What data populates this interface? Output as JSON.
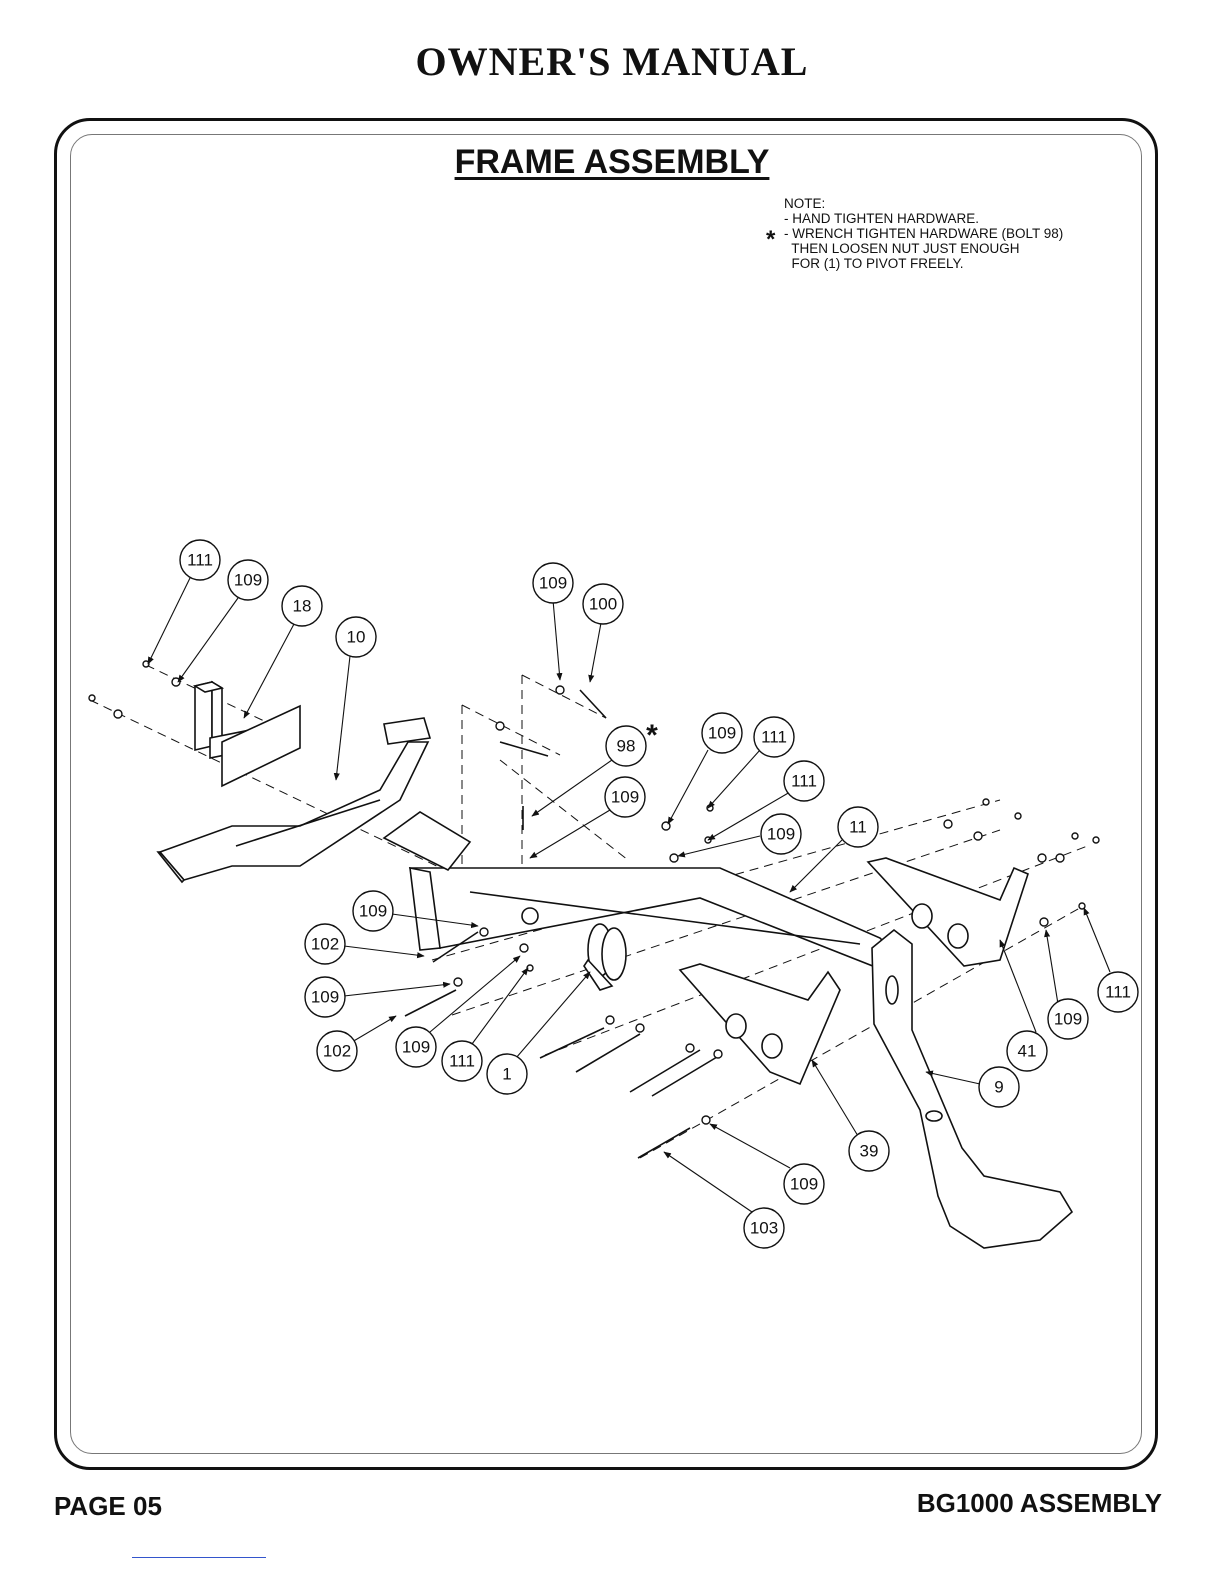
{
  "header": {
    "title": "OWNER'S MANUAL"
  },
  "section": {
    "title": "FRAME ASSEMBLY"
  },
  "note": {
    "lines": [
      "NOTE:",
      "- HAND TIGHTEN HARDWARE.",
      "- WRENCH TIGHTEN HARDWARE (BOLT 98)",
      "  THEN LOOSEN NUT JUST ENOUGH",
      "  FOR (1) TO PIVOT FREELY."
    ],
    "star": "*"
  },
  "diagram": {
    "star_symbol": "*",
    "callouts": [
      "111",
      "109",
      "18",
      "10",
      "109",
      "100",
      "98",
      "109",
      "109",
      "111",
      "111",
      "109",
      "11",
      "109",
      "102",
      "109",
      "102",
      "109",
      "111",
      "1",
      "41",
      "109",
      "111",
      "9",
      "39",
      "109",
      "103"
    ]
  },
  "footer": {
    "page": "PAGE 05",
    "doc": "BG1000 ASSEMBLY"
  }
}
